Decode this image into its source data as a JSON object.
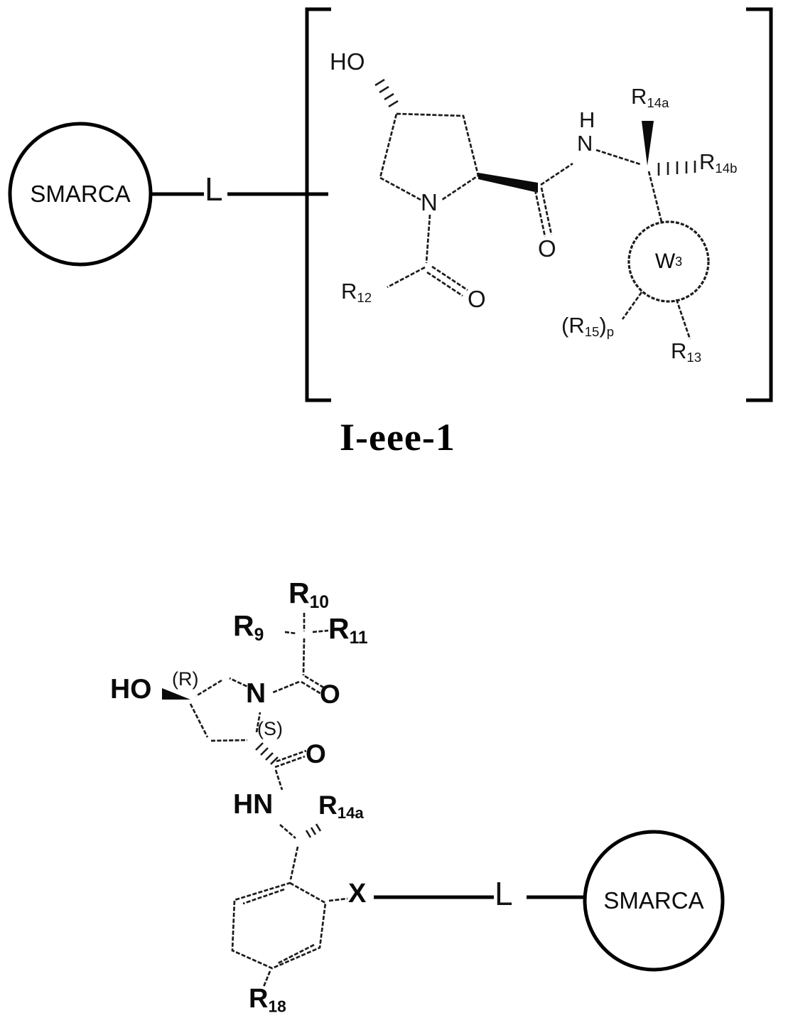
{
  "colors": {
    "ink": "#000000",
    "background": "#ffffff"
  },
  "top_formula": {
    "caption": "I-eee-1",
    "smarca": "SMARCA",
    "linker": "L",
    "labels": {
      "ho": "HO",
      "ring_n": "N",
      "r12": {
        "main": "R",
        "sub": "12"
      },
      "o_acyl": "O",
      "o_amide": "O",
      "amide_h": "H",
      "amide_n": "N",
      "r14a": {
        "main": "R",
        "sub": "14a"
      },
      "r14b": {
        "main": "R",
        "sub": "14b"
      },
      "w3": {
        "main": "W",
        "sup": "3"
      },
      "r15p": {
        "p1": "(R",
        "s1": "15",
        "p2": ")",
        "s2": "p"
      },
      "r13": {
        "main": "R",
        "sub": "13"
      }
    }
  },
  "bottom_formula": {
    "smarca": "SMARCA",
    "linker": "L",
    "attachment": "X",
    "labels": {
      "r10": {
        "main": "R",
        "sub": "10"
      },
      "r9": {
        "main": "R",
        "sub": "9"
      },
      "r11": {
        "main": "R",
        "sub": "11"
      },
      "ho": "HO",
      "ring_n": "N",
      "stereo_r": "(R)",
      "stereo_s": "(S)",
      "o_acyl": "O",
      "o_amide": "O",
      "hn": "HN",
      "r14a": {
        "main": "R",
        "sub": "14a"
      },
      "r18": {
        "main": "R",
        "sub": "18"
      }
    }
  }
}
